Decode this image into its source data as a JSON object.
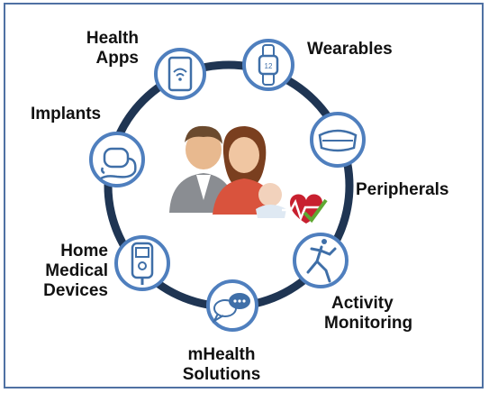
{
  "labels": {
    "health_apps_line1": "Health",
    "health_apps_line2": "Apps",
    "wearables": "Wearables",
    "implants": "Implants",
    "peripherals": "Peripherals",
    "home_line1": "Home",
    "home_line2": "Medical",
    "home_line3": "Devices",
    "activity_line1": "Activity",
    "activity_line2": "Monitoring",
    "mhealth_line1": "mHealth",
    "mhealth_line2": "Solutions"
  },
  "colors": {
    "ring": "#1f3553",
    "icon_border": "#4f7fbe",
    "icon_stroke": "#3f6fa8",
    "frame": "#4f71a3",
    "heart": "#c8202f",
    "check": "#5fa832"
  },
  "icons": {
    "health_apps": "smartphone-wifi-icon",
    "wearables": "smartwatch-icon",
    "peripherals": "vr-headset-icon",
    "activity": "running-person-icon",
    "mhealth": "chat-bubbles-icon",
    "home_medical": "glucometer-icon",
    "implants": "pacemaker-icon",
    "center": "family-health-icon"
  }
}
